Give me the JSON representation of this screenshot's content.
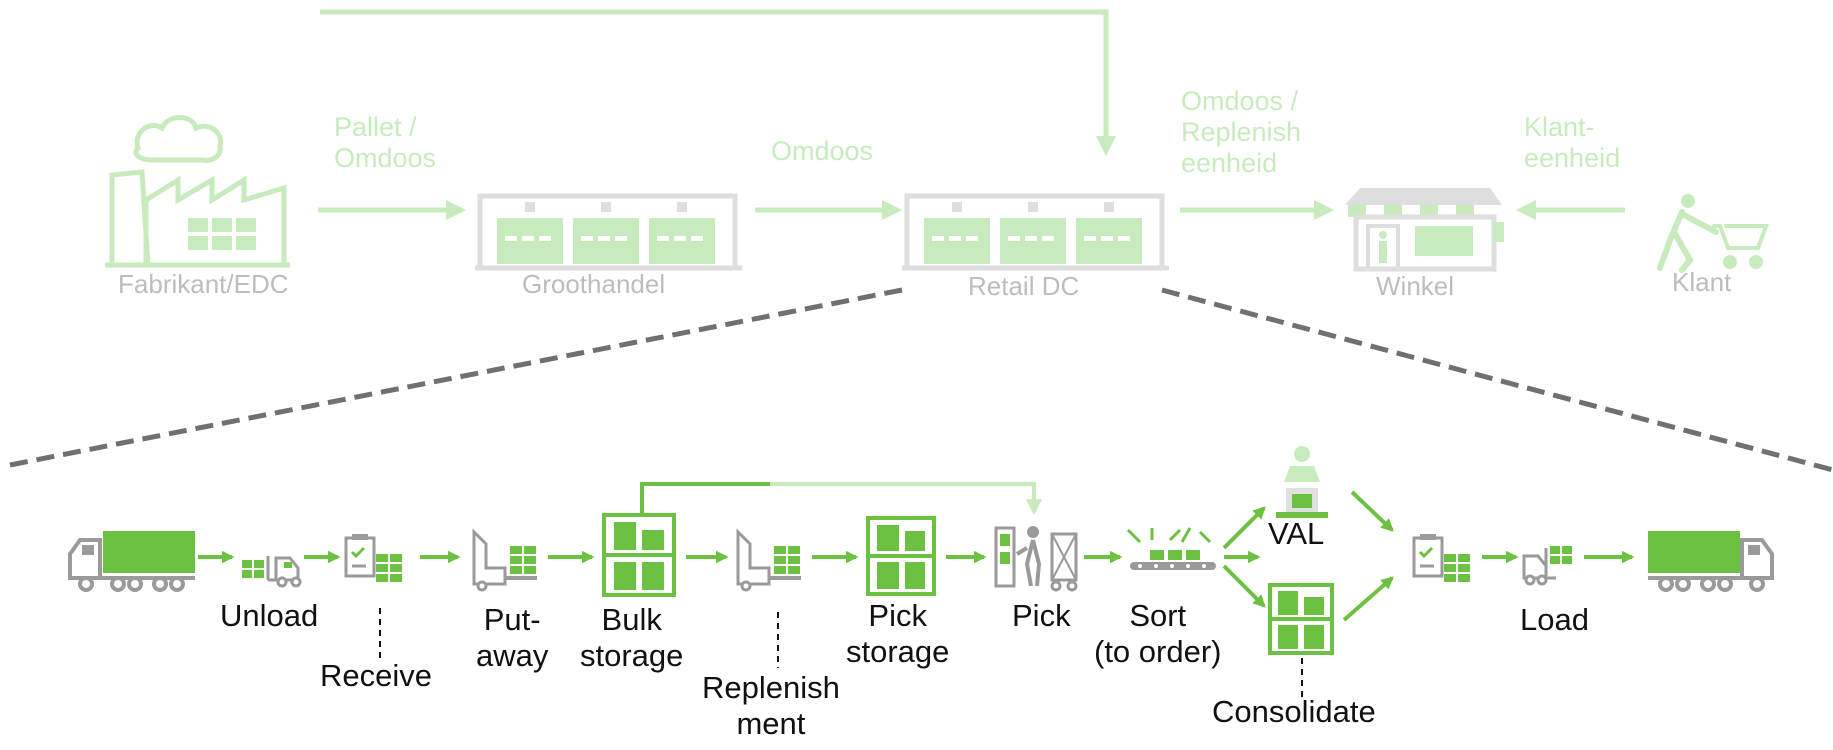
{
  "supply_chain": {
    "nodes": {
      "manufacturer": "Fabrikant/EDC",
      "wholesaler": "Groothandel",
      "retail_dc": "Retail DC",
      "store": "Winkel",
      "customer": "Klant"
    },
    "flows": {
      "pallet": "Pallet /\nOmdoos",
      "omdoos": "Omdoos",
      "replenish": "Omdoos /\nReplenish\neenheid",
      "klant": "Klant-\neenheid"
    }
  },
  "dc_process": {
    "steps": {
      "unload": "Unload",
      "receive": "Receive",
      "putaway": "Put-\naway",
      "bulk": "Bulk\nstorage",
      "replenishment": "Replenish\nment",
      "pick_storage": "Pick\nstorage",
      "pick": "Pick",
      "sort": "Sort\n(to order)",
      "val": "VAL",
      "consolidate": "Consolidate",
      "load": "Load"
    }
  },
  "colors": {
    "green": "#6cc142",
    "light_green": "#c8ebbd",
    "grey": "#cccccc",
    "dark_grey": "#707070",
    "icon_grey": "#9a9a9a"
  }
}
